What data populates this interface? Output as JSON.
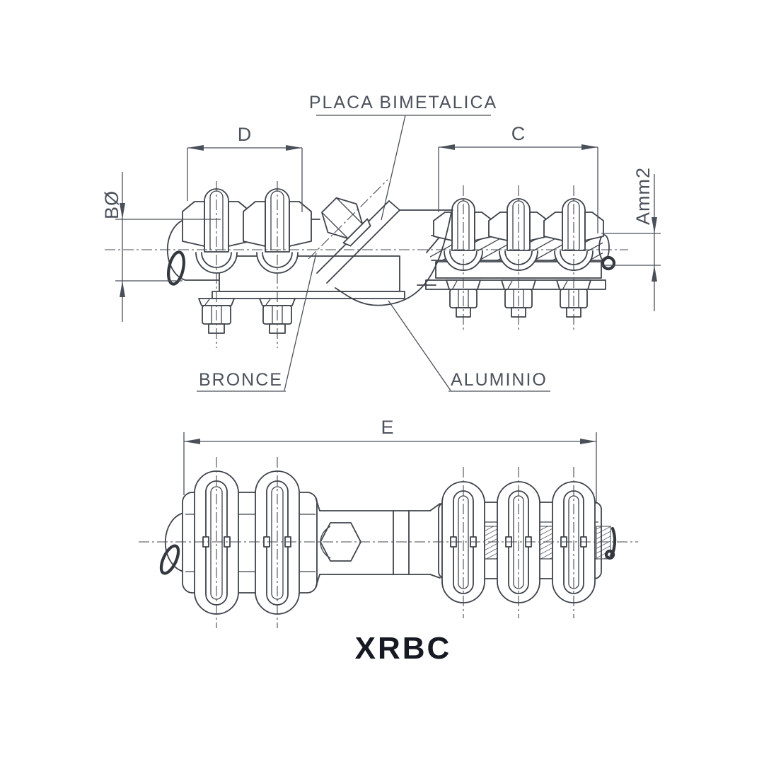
{
  "drawing": {
    "type": "technical-drawing",
    "part_code": "XRBC",
    "callouts": {
      "plate": "PLACA BIMETALICA",
      "bronze": "BRONCE",
      "aluminum": "ALUMINIO"
    },
    "dimensions": {
      "bronze_clamp_width": "D",
      "aluminum_clamp_width": "C",
      "bronze_cable_diameter": "BØ",
      "aluminum_cable_area": "Amm2",
      "overall_length": "E"
    },
    "colors": {
      "background": "#ffffff",
      "line": "#3e434b",
      "label": "#4c525c",
      "part_code": "#171922"
    }
  }
}
